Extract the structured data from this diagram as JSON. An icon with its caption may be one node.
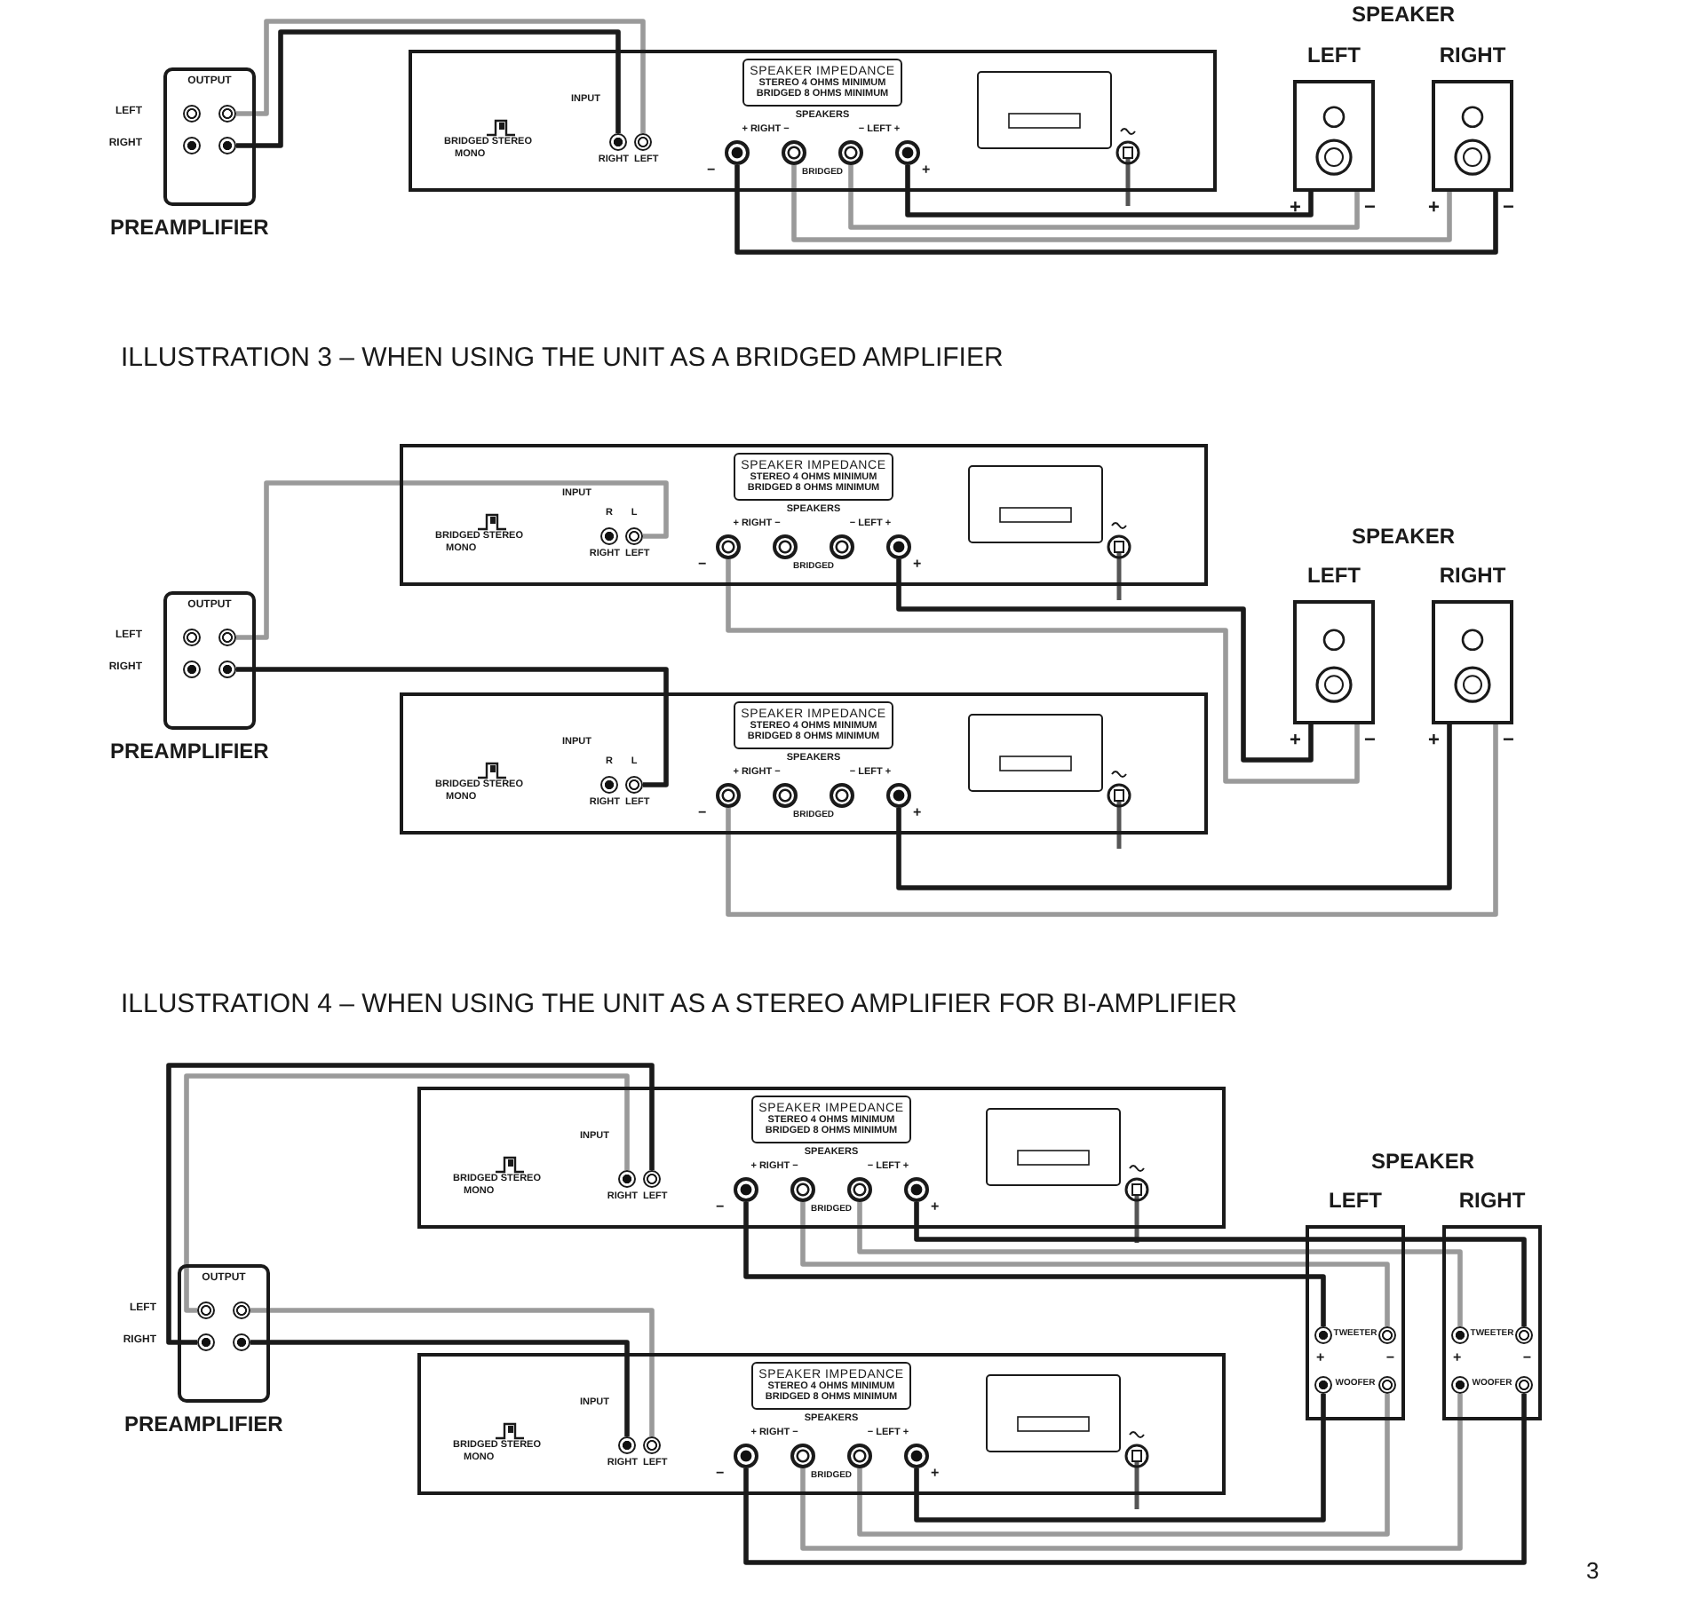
{
  "diagram": {
    "nodes": [
      {
        "text": [
          "OUTPUT",
          "LEFT",
          "RIGHT"
        ],
        "beside": [
          "PREAMPLIFIER"
        ]
      },
      {
        "text": [],
        "shape": "circle",
        "in": 0
      },
      {
        "text": [],
        "shape": "circle",
        "in": 0
      },
      {
        "text": [],
        "shape": "circle",
        "in": 0
      },
      {
        "text": [],
        "shape": "circle",
        "in": 0
      },
      {
        "text": [
          "BRIDGED STEREO",
          "MONO",
          "INPUT",
          "SPEAKERS",
          "+ RIGHT −",
          "− LEFT +",
          "−",
          "BRIDGED",
          "+"
        ]
      },
      {
        "text": [
          "SPEAKER IMPEDANCE",
          "STEREO 4 OHMS MINIMUM",
          "BRIDGED 8 OHMS MINIMUM"
        ],
        "in": 5
      },
      {
        "text": [],
        "shape": "circle",
        "in": 5,
        "beside": [
          "RIGHT"
        ]
      },
      {
        "text": [],
        "shape": "circle",
        "in": 5,
        "beside": [
          "LEFT"
        ]
      },
      {
        "text": [],
        "shape": "circle",
        "in": 5
      },
      {
        "text": [],
        "shape": "circle",
        "in": 5
      },
      {
        "text": [],
        "shape": "circle",
        "in": 5
      },
      {
        "text": [],
        "shape": "circle",
        "in": 5
      },
      {
        "text": [
          "LEFT"
        ],
        "beside": [
          "+",
          "−"
        ]
      },
      {
        "text": [
          "RIGHT"
        ],
        "beside": [
          "+",
          "−"
        ]
      },
      {
        "text": [
          "OUTPUT",
          "LEFT",
          "RIGHT"
        ],
        "beside": [
          "PREAMPLIFIER"
        ]
      },
      {
        "text": [],
        "shape": "circle",
        "in": 15
      },
      {
        "text": [],
        "shape": "circle",
        "in": 15
      },
      {
        "text": [],
        "shape": "circle",
        "in": 15
      },
      {
        "text": [],
        "shape": "circle",
        "in": 15
      },
      {
        "text": [
          "BRIDGED STEREO",
          "MONO",
          "INPUT",
          "SPEAKERS",
          "+ RIGHT −",
          "− LEFT +",
          "−",
          "BRIDGED",
          "+"
        ]
      },
      {
        "text": [
          "SPEAKER IMPEDANCE",
          "STEREO 4 OHMS MINIMUM",
          "BRIDGED 8 OHMS MINIMUM"
        ],
        "in": 20
      },
      {
        "text": [],
        "shape": "circle",
        "in": 20,
        "beside": [
          "R",
          "RIGHT"
        ]
      },
      {
        "text": [],
        "shape": "circle",
        "in": 20,
        "beside": [
          "L",
          "LEFT"
        ]
      },
      {
        "text": [],
        "shape": "circle",
        "in": 20
      },
      {
        "text": [],
        "shape": "circle",
        "in": 20
      },
      {
        "text": [],
        "shape": "circle",
        "in": 20
      },
      {
        "text": [],
        "shape": "circle",
        "in": 20
      },
      {
        "text": [
          "BRIDGED STEREO",
          "MONO",
          "INPUT",
          "SPEAKERS",
          "+ RIGHT −",
          "− LEFT +",
          "−",
          "BRIDGED",
          "+"
        ]
      },
      {
        "text": [
          "SPEAKER IMPEDANCE",
          "STEREO 4 OHMS MINIMUM",
          "BRIDGED 8 OHMS MINIMUM"
        ],
        "in": 28
      },
      {
        "text": [],
        "shape": "circle",
        "in": 28,
        "beside": [
          "R",
          "RIGHT"
        ]
      },
      {
        "text": [],
        "shape": "circle",
        "in": 28,
        "beside": [
          "L",
          "LEFT"
        ]
      },
      {
        "text": [],
        "shape": "circle",
        "in": 28
      },
      {
        "text": [],
        "shape": "circle",
        "in": 28
      },
      {
        "text": [],
        "shape": "circle",
        "in": 28
      },
      {
        "text": [],
        "shape": "circle",
        "in": 28
      },
      {
        "text": [
          "LEFT"
        ],
        "beside": [
          "+",
          "−"
        ]
      },
      {
        "text": [
          "RIGHT"
        ],
        "beside": [
          "+",
          "−"
        ]
      },
      {
        "text": [
          "OUTPUT",
          "LEFT",
          "RIGHT"
        ],
        "beside": [
          "PREAMPLIFIER"
        ]
      },
      {
        "text": [],
        "shape": "circle",
        "in": 38
      },
      {
        "text": [],
        "shape": "circle",
        "in": 38
      },
      {
        "text": [],
        "shape": "circle",
        "in": 38
      },
      {
        "text": [],
        "shape": "circle",
        "in": 38
      },
      {
        "text": [
          "BRIDGED STEREO",
          "MONO",
          "INPUT",
          "SPEAKERS",
          "+ RIGHT −",
          "− LEFT +",
          "−",
          "BRIDGED",
          "+"
        ]
      },
      {
        "text": [
          "SPEAKER IMPEDANCE",
          "STEREO 4 OHMS MINIMUM",
          "BRIDGED 8 OHMS MINIMUM"
        ],
        "in": 43
      },
      {
        "text": [],
        "shape": "circle",
        "in": 43,
        "beside": [
          "RIGHT"
        ]
      },
      {
        "text": [],
        "shape": "circle",
        "in": 43,
        "beside": [
          "LEFT"
        ]
      },
      {
        "text": [],
        "shape": "circle",
        "in": 43
      },
      {
        "text": [],
        "shape": "circle",
        "in": 43
      },
      {
        "text": [],
        "shape": "circle",
        "in": 43
      },
      {
        "text": [],
        "shape": "circle",
        "in": 43
      },
      {
        "text": [
          "BRIDGED STEREO",
          "MONO",
          "INPUT",
          "SPEAKERS",
          "+ RIGHT −",
          "− LEFT +",
          "−",
          "BRIDGED",
          "+"
        ]
      },
      {
        "text": [
          "SPEAKER IMPEDANCE",
          "STEREO 4 OHMS MINIMUM",
          "BRIDGED 8 OHMS MINIMUM"
        ],
        "in": 51
      },
      {
        "text": [],
        "shape": "circle",
        "in": 51,
        "beside": [
          "RIGHT"
        ]
      },
      {
        "text": [],
        "shape": "circle",
        "in": 51,
        "beside": [
          "LEFT"
        ]
      },
      {
        "text": [],
        "shape": "circle",
        "in": 51
      },
      {
        "text": [],
        "shape": "circle",
        "in": 51
      },
      {
        "text": [],
        "shape": "circle",
        "in": 51
      },
      {
        "text": [],
        "shape": "circle",
        "in": 51
      },
      {
        "text": [
          "LEFT",
          "TWEETER",
          "+ −",
          "WOOFER"
        ]
      },
      {
        "text": [],
        "shape": "circle",
        "in": 59
      },
      {
        "text": [],
        "shape": "circle",
        "in": 59
      },
      {
        "text": [],
        "shape": "circle",
        "in": 59
      },
      {
        "text": [],
        "shape": "circle",
        "in": 59
      },
      {
        "text": [
          "RIGHT",
          "TWEETER",
          "+ −",
          "WOOFER"
        ]
      },
      {
        "text": [],
        "shape": "circle",
        "in": 64
      },
      {
        "text": [],
        "shape": "circle",
        "in": 64
      },
      {
        "text": [],
        "shape": "circle",
        "in": 64
      },
      {
        "text": [],
        "shape": "circle",
        "in": 64
      }
    ],
    "edges": [
      {
        "from": 2,
        "to": 8,
        "arrow": "none",
        "color": "#9a9a9a"
      },
      {
        "from": 4,
        "to": 7,
        "arrow": "none",
        "color": "#1a1a1a"
      },
      {
        "from": 9,
        "to": 14,
        "arrow": "none",
        "color": "#1a1a1a"
      },
      {
        "from": 10,
        "to": 14,
        "arrow": "none",
        "color": "#9a9a9a"
      },
      {
        "from": 11,
        "to": 13,
        "arrow": "none",
        "color": "#9a9a9a"
      },
      {
        "from": 12,
        "to": 13,
        "arrow": "none",
        "color": "#1a1a1a"
      },
      {
        "from": 17,
        "to": 23,
        "arrow": "none",
        "color": "#9a9a9a"
      },
      {
        "from": 19,
        "to": 31,
        "arrow": "none",
        "color": "#1a1a1a"
      },
      {
        "from": 24,
        "to": 36,
        "arrow": "none",
        "color": "#9a9a9a"
      },
      {
        "from": 27,
        "to": 36,
        "arrow": "none",
        "color": "#1a1a1a"
      },
      {
        "from": 32,
        "to": 37,
        "arrow": "none",
        "color": "#9a9a9a"
      },
      {
        "from": 35,
        "to": 37,
        "arrow": "none",
        "color": "#1a1a1a"
      },
      {
        "from": 41,
        "to": 46,
        "arrow": "none",
        "color": "#1a1a1a"
      },
      {
        "from": 39,
        "to": 45,
        "arrow": "none",
        "color": "#9a9a9a"
      },
      {
        "from": 40,
        "to": 54,
        "arrow": "none",
        "color": "#9a9a9a"
      },
      {
        "from": 42,
        "to": 53,
        "arrow": "none",
        "color": "#1a1a1a"
      },
      {
        "from": 50,
        "to": 66,
        "arrow": "none",
        "color": "#1a1a1a"
      },
      {
        "from": 49,
        "to": 65,
        "arrow": "none",
        "color": "#9a9a9a"
      },
      {
        "from": 48,
        "to": 61,
        "arrow": "none",
        "color": "#9a9a9a"
      },
      {
        "from": 47,
        "to": 60,
        "arrow": "none",
        "color": "#1a1a1a"
      },
      {
        "from": 55,
        "to": 68,
        "arrow": "none",
        "color": "#1a1a1a"
      },
      {
        "from": 56,
        "to": 67,
        "arrow": "none",
        "color": "#9a9a9a"
      },
      {
        "from": 57,
        "to": 63,
        "arrow": "none",
        "color": "#9a9a9a"
      },
      {
        "from": 58,
        "to": 62,
        "arrow": "none",
        "color": "#1a1a1a"
      }
    ],
    "labels": [
      "SPEAKER",
      "ILLUSTRATION 3 – WHEN USING THE UNIT AS A BRIDGED AMPLIFIER",
      "SPEAKER",
      "ILLUSTRATION 4 – WHEN USING THE UNIT AS A STEREO AMPLIFIER FOR BI-AMPLIFIER",
      "SPEAKER",
      "3"
    ]
  }
}
